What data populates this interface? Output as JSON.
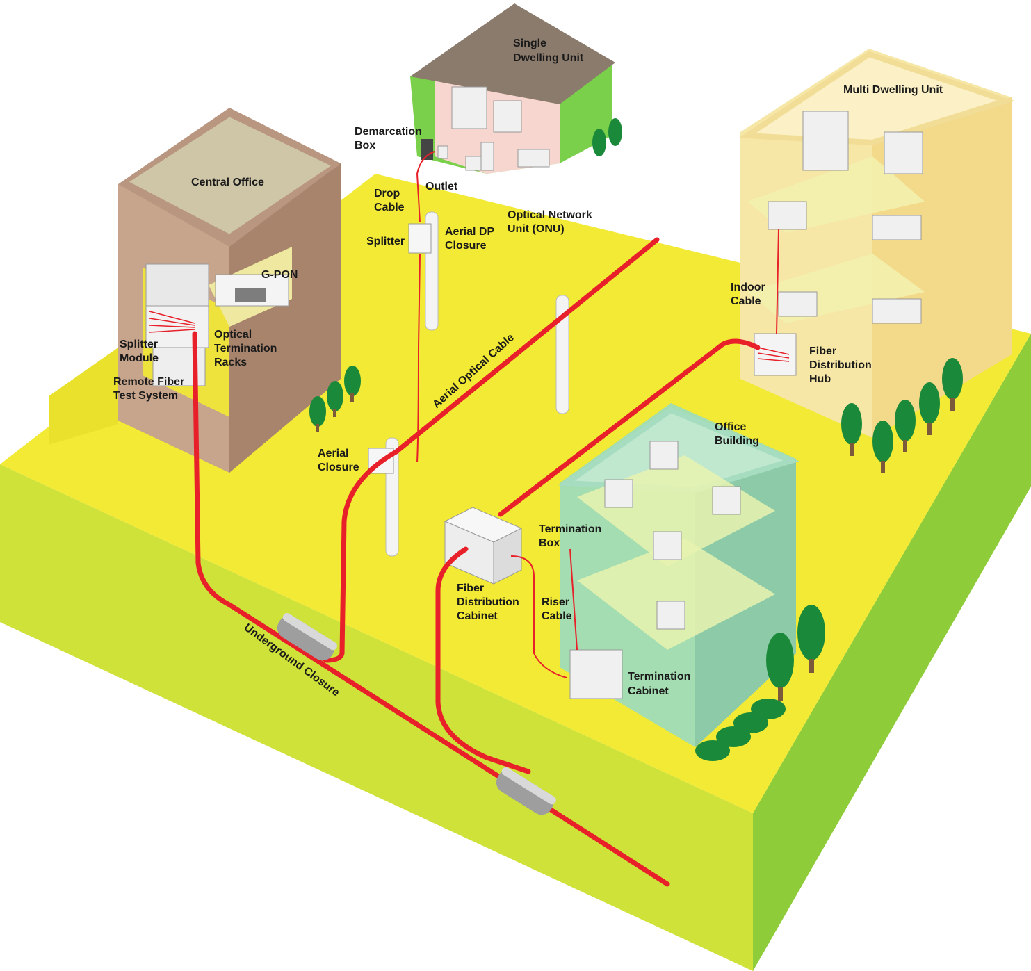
{
  "colors": {
    "ground_top": "#f2ea34",
    "ground_side_left": "#cfe23a",
    "ground_side_right": "#8fcc3a",
    "fiber": "#e8202a",
    "central_office": "#c7a58c",
    "house": "#7ad04a",
    "house_roof": "#8b7b6c",
    "mdu": "#f6e7a6",
    "office": "#9fdcb8",
    "tree": "#1a8a3a"
  },
  "labels": {
    "central_office": "Central Office",
    "gpon": "G-PON",
    "optical_termination_racks": [
      "Optical",
      "Termination",
      "Racks"
    ],
    "splitter_module": [
      "Splitter",
      "Module"
    ],
    "remote_fiber_test_system": [
      "Remote Fiber",
      "Test System"
    ],
    "single_dwelling_unit": [
      "Single",
      "Dwelling Unit"
    ],
    "demarcation_box": [
      "Demarcation",
      "Box"
    ],
    "outlet": "Outlet",
    "drop_cable": [
      "Drop",
      "Cable"
    ],
    "optical_network_unit": [
      "Optical Network",
      "Unit (ONU)"
    ],
    "splitter": "Splitter",
    "aerial_dp_closure": [
      "Aerial DP",
      "Closure"
    ],
    "aerial_optical_cable": "Aerial Optical Cable",
    "aerial_closure": [
      "Aerial",
      "Closure"
    ],
    "multi_dwelling_unit": "Multi Dwelling Unit",
    "indoor_cable": [
      "Indoor",
      "Cable"
    ],
    "fiber_distribution_hub": [
      "Fiber",
      "Distribution",
      "Hub"
    ],
    "office_building": [
      "Office",
      "Building"
    ],
    "termination_box": [
      "Termination",
      "Box"
    ],
    "riser_cable": [
      "Riser",
      "Cable"
    ],
    "termination_cabinet": [
      "Termination",
      "Cabinet"
    ],
    "fiber_distribution_cabinet": [
      "Fiber",
      "Distribution",
      "Cabinet"
    ],
    "underground_closure": "Underground Closure"
  }
}
